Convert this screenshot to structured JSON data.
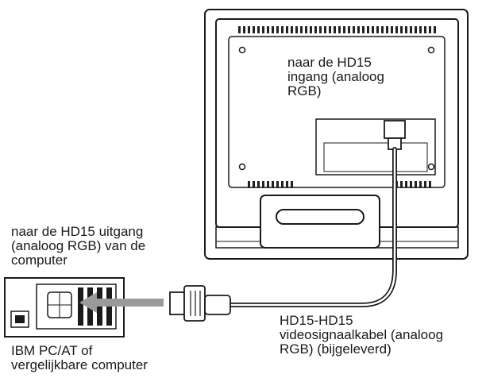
{
  "labels": {
    "monitor_input": "naar de HD15\ningang (analoog\nRGB)",
    "computer_output": "naar de HD15 uitgang\n(analoog RGB) van de\ncomputer",
    "cable": "HD15-HD15\nvideosignaalkabel (analoog\nRGB) (bijgeleverd)",
    "computer": "IBM PC/AT of\nvergelijkbare computer"
  },
  "colors": {
    "line": "#1a1a1a",
    "monitor_fill": "#ffffff",
    "vent": "#222222",
    "arrow": "#9a9a9a"
  }
}
